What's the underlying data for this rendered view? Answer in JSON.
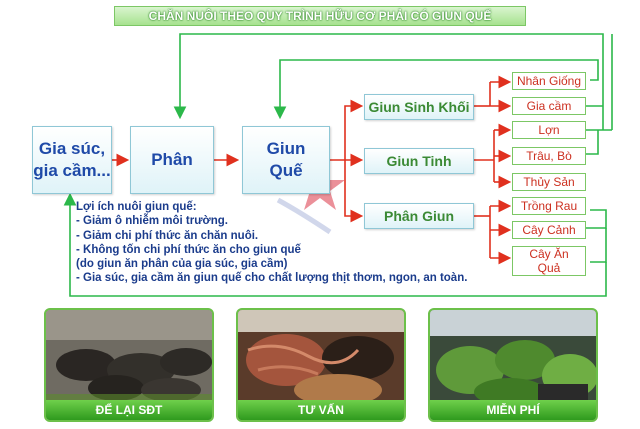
{
  "title": "CHĂN NUÔI THEO QUY TRÌNH HỮU CƠ PHẢI CÓ GIUN QUẾ",
  "nodes": {
    "livestock": "Gia súc,\ngia cầm...",
    "manure": "Phân",
    "worm": "Giun\nQuế",
    "biomass": "Giun Sinh Khối",
    "essence": "Giun Tinh",
    "worm_manure": "Phân Giun"
  },
  "uses": {
    "breeding": "Nhân Giống",
    "poultry": "Gia cầm",
    "pig": "Lợn",
    "buffalo_cow": "Trâu, Bò",
    "seafood": "Thủy Sản",
    "vegetables": "Trồng Rau",
    "ornamental": "Cây Cảnh",
    "fruit_trees": "Cây Ăn\nQuả"
  },
  "benefits": {
    "title": "Lợi ích nuôi giun quế:",
    "items": [
      "- Giảm ô nhiễm môi trường.",
      "- Giảm chi phí thức ăn chăn nuôi.",
      "- Không tốn chi phí thức ăn cho giun quế",
      "(do giun ăn phân của gia súc, gia cầm)",
      "- Gia súc, gia cầm ăn giun quế cho chất lượng thịt thơm, ngon, an toàn."
    ]
  },
  "photos": [
    {
      "caption": "ĐỂ LẠI SĐT"
    },
    {
      "caption": "TƯ VẤN"
    },
    {
      "caption": "MIỄN PHÍ"
    }
  ],
  "colors": {
    "green_line": "#2cb84a",
    "red_line": "#e0301e",
    "box_text": "#1f4aa8",
    "caption_green": "#3aa82a"
  }
}
